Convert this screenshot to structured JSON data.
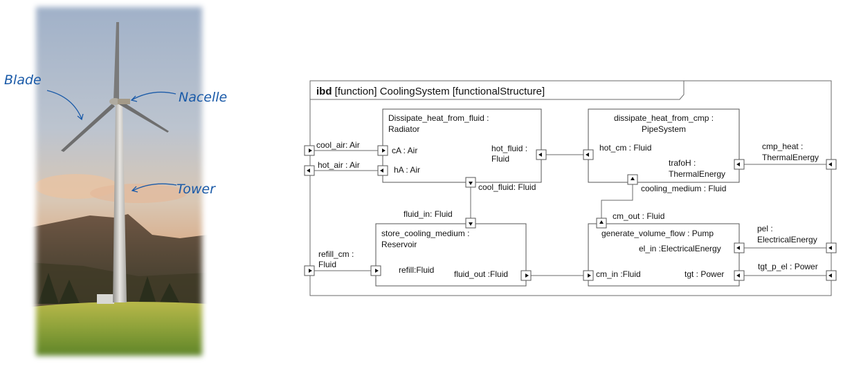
{
  "photo": {
    "subject": "wind turbine on grassy hill with mountains",
    "annotations": [
      {
        "id": "blade",
        "label": "Blade"
      },
      {
        "id": "nacelle",
        "label": "Nacelle"
      },
      {
        "id": "tower",
        "label": "Tower"
      }
    ],
    "annotation_color": "#1a5aa8"
  },
  "diagram": {
    "frame": {
      "keyword": "ibd",
      "title": "[function] CoolingSystem [functionalStructure]"
    },
    "parts": [
      {
        "id": "radiator",
        "name_line1": "Dissipate_heat_from_fluid :",
        "name_line2": "Radiator"
      },
      {
        "id": "pipesystem",
        "name_line1": "dissipate_heat_from_cmp :",
        "name_line2": "PipeSystem"
      },
      {
        "id": "reservoir",
        "name_line1": "store_cooling_medium :",
        "name_line2": "Reservoir"
      },
      {
        "id": "pump",
        "name_line1": "generate_volume_flow : Pump"
      }
    ],
    "ports": {
      "frame_cool_air": "cool_air: Air",
      "frame_hot_air": "hot_air : Air",
      "frame_refill_cm_1": "refill_cm :",
      "frame_refill_cm_2": "Fluid",
      "frame_cmp_heat_1": "cmp_heat :",
      "frame_cmp_heat_2": "ThermalEnergy",
      "frame_pel_1": "pel :",
      "frame_pel_2": "ElectricalEnergy",
      "frame_tgt_p_el": "tgt_p_el : Power",
      "radiator_cA": "cA : Air",
      "radiator_hA": "hA : Air",
      "radiator_hot_fluid_1": "hot_fluid :",
      "radiator_hot_fluid_2": "Fluid",
      "radiator_cool_fluid": "cool_fluid: Fluid",
      "pipe_hot_cm": "hot_cm : Fluid",
      "pipe_trafoH_1": "trafoH :",
      "pipe_trafoH_2": "ThermalEnergy",
      "pipe_cooling_medium": "cooling_medium : Fluid",
      "reservoir_fluid_in": "fluid_in: Fluid",
      "reservoir_refill": "refill:Fluid",
      "reservoir_fluid_out": "fluid_out :Fluid",
      "pump_cm_out": "cm_out : Fluid",
      "pump_el_in": "el_in :ElectricalEnergy",
      "pump_cm_in": "cm_in :Fluid",
      "pump_tgt": "tgt : Power"
    }
  }
}
